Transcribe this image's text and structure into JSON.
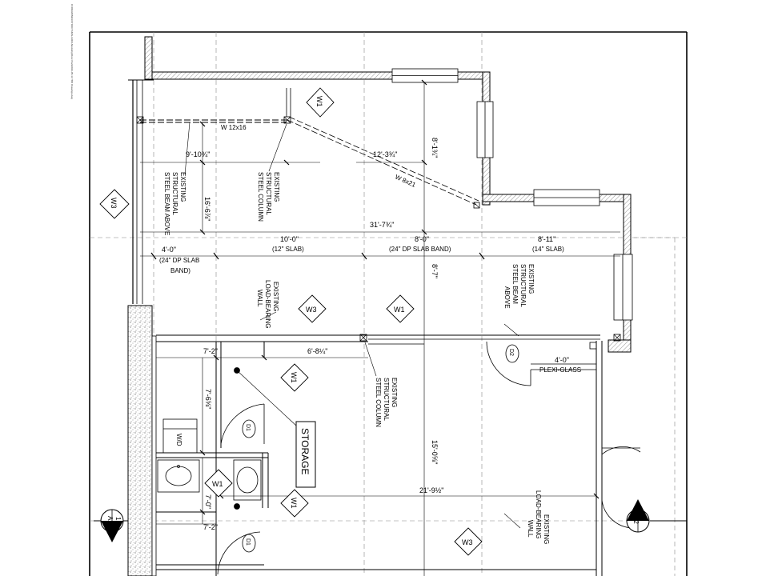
{
  "sheet": {
    "path_text": "D:\\DRAWINGS\\STRUCTURAL\\ARCH\\Existing\\Floor Plan\\2023-05-11 TBD Drawings.dwg"
  },
  "dimensions": {
    "d_9_10": "9'-10¾\"",
    "d_12_3": "12'-3¾\"",
    "d_8_1": "8'-1¾\"",
    "d_16_6": "16'-6⅞\"",
    "d_31_7": "31'-7¾\"",
    "d_4_0": "4'-0\"",
    "d_10_0": "10'-0\"",
    "d_8_0": "8'-0\"",
    "d_8_11": "8'-11\"",
    "d_8_7": "8'-7\"",
    "d_7_2a": "7'-2\"",
    "d_6_8": "6'-8¼\"",
    "d_7_6": "7'-6⅝\"",
    "d_7_0": "7'-0\"",
    "d_7_2b": "7'-2\"",
    "d_15_0": "15'-0⅝\"",
    "d_21_9": "21'-9½\"",
    "d_4_0b": "4'-0\""
  },
  "slabs": {
    "s1": "(24\" DP SLAB",
    "s1b": "BAND)",
    "s2": "(12\" SLAB)",
    "s3": "(24\" DP SLAB BAND)",
    "s4": "(14\" SLAB)"
  },
  "beams": {
    "w12": "W 12x16",
    "w8": "W 8x21"
  },
  "notes": {
    "beam_left": [
      "EXISTING",
      "STRUCTURAL",
      "STEEL BEAM ABOVE"
    ],
    "column_top": [
      "EXISTING",
      "STRUCTURAL",
      "STEEL COLUMN"
    ],
    "lbw_top": [
      "EXISTING",
      "LOAD-BEARING",
      "WALL"
    ],
    "beam_right": [
      "EXISTING",
      "STRUCTURAL",
      "STEEL BEAM",
      "ABOVE"
    ],
    "column_mid": [
      "EXISTING",
      "STRUCTURAL",
      "STEEL COLUMN"
    ],
    "lbw_bottom": [
      "EXISTING",
      "LOAD-BEARING",
      "WALL"
    ],
    "plexi": "PLEXI-GLASS"
  },
  "tags": {
    "w1": "W1",
    "w3": "W3",
    "d1": "D1",
    "d2": "D2",
    "wd": "W/D",
    "section_num": "1",
    "section_sheet": "A2"
  },
  "rooms": {
    "storage": "STORAGE"
  }
}
